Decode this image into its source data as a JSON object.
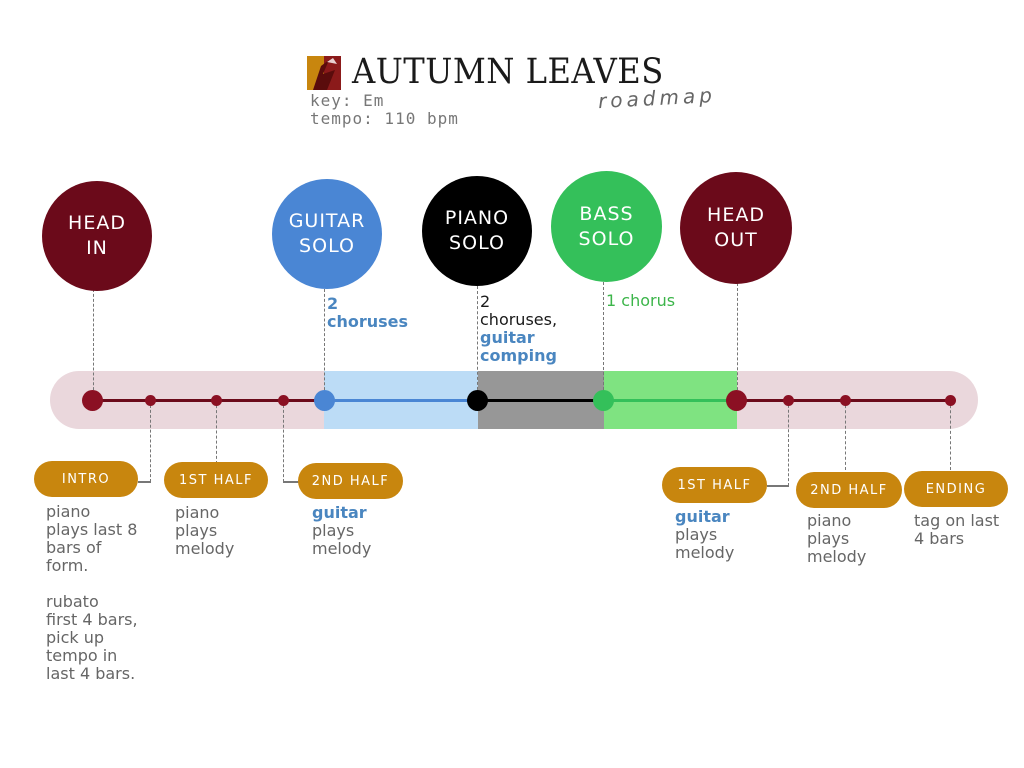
{
  "header": {
    "title": "AUTUMN LEAVES",
    "subtitle": "roadmap",
    "key": "key: Em",
    "tempo": "tempo: 110 bpm"
  },
  "colors": {
    "maroon": "#6b0a1a",
    "blue": "#4a86d4",
    "black": "#000000",
    "green": "#34c05a",
    "gold": "#c8860e",
    "track_bg": "#ead7dc",
    "guitar_band": "#bcdcf6",
    "piano_band": "#979797",
    "bass_band": "#7fe381"
  },
  "sections": [
    {
      "id": "head-in",
      "line1": "HEAD",
      "line2": "IN"
    },
    {
      "id": "guitar-solo",
      "line1": "GUITAR",
      "line2": "SOLO"
    },
    {
      "id": "piano-solo",
      "line1": "PIANO",
      "line2": "SOLO"
    },
    {
      "id": "bass-solo",
      "line1": "BASS",
      "line2": "SOLO"
    },
    {
      "id": "head-out",
      "line1": "HEAD",
      "line2": "OUT"
    }
  ],
  "solo_notes": {
    "guitar": {
      "line1": "2",
      "line2": "choruses"
    },
    "piano": {
      "line1": "2",
      "line2": "choruses,",
      "line3": "guitar",
      "line4": "comping"
    },
    "bass": {
      "line1": "1 chorus"
    }
  },
  "parts": [
    {
      "id": "intro",
      "label": "INTRO",
      "lines": [
        "piano",
        "plays last 8",
        "bars of",
        "form.",
        "",
        "rubato",
        "first 4 bars,",
        "pick up",
        "tempo in",
        "last 4 bars."
      ]
    },
    {
      "id": "first-half-in",
      "label": "1ST HALF",
      "lines": [
        "piano",
        "plays",
        "melody"
      ]
    },
    {
      "id": "second-half-in",
      "label": "2ND HALF",
      "lines": [
        "guitar",
        "plays",
        "melody"
      ]
    },
    {
      "id": "first-half-out",
      "label": "1ST HALF",
      "lines": [
        "guitar",
        "plays",
        "melody"
      ]
    },
    {
      "id": "second-half-out",
      "label": "2ND HALF",
      "lines": [
        "piano",
        "plays",
        "melody"
      ]
    },
    {
      "id": "ending",
      "label": "ENDING",
      "lines": [
        "tag on last",
        "4 bars"
      ]
    }
  ]
}
